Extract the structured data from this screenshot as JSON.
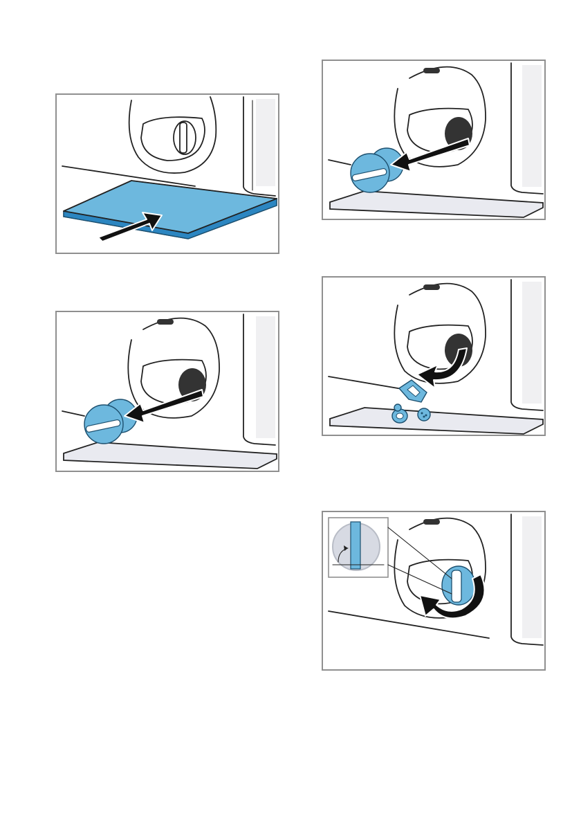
{
  "figures": [
    {
      "id": "p1",
      "icon": "flat-container-under-filter-icon"
    },
    {
      "id": "p2",
      "icon": "pull-out-pump-filter-icon"
    },
    {
      "id": "p3",
      "icon": "pull-out-pump-filter-icon"
    },
    {
      "id": "p4",
      "icon": "remove-filter-parts-icon"
    },
    {
      "id": "p5",
      "icon": "reinsert-and-turn-filter-icon"
    }
  ],
  "colors": {
    "accent_blue": "#6db8de",
    "accent_blue_dark": "#2c86c1",
    "floor": "#e9eaf0",
    "frame": "#8f8f8f"
  }
}
